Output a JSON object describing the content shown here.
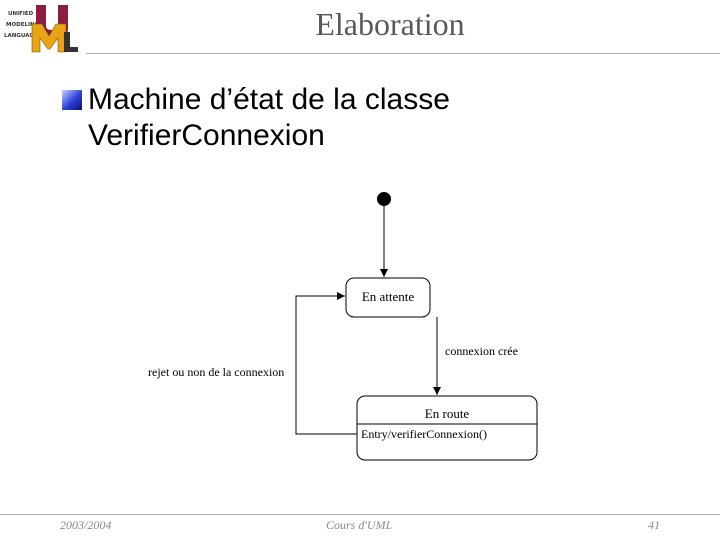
{
  "slide": {
    "title": "Elaboration",
    "bullet": "Machine d’état de la classe VerifierConnexion"
  },
  "logo": {
    "lines": [
      "UNIFIED",
      "MODELING",
      "LANGUAGE"
    ],
    "letters": "UML",
    "colors": {
      "u": "#8c1d40",
      "m": "#e8a317",
      "l": "#333333"
    }
  },
  "diagram": {
    "states": [
      {
        "name": "En attente"
      },
      {
        "name": "En route",
        "entry_action": "Entry/verifierConnexion()"
      }
    ],
    "transitions": [
      {
        "label": "connexion crée"
      },
      {
        "label": "rejet ou non de la connexion"
      }
    ]
  },
  "footer": {
    "year": "2003/2004",
    "course": "Cours d'UML",
    "page": "41"
  }
}
